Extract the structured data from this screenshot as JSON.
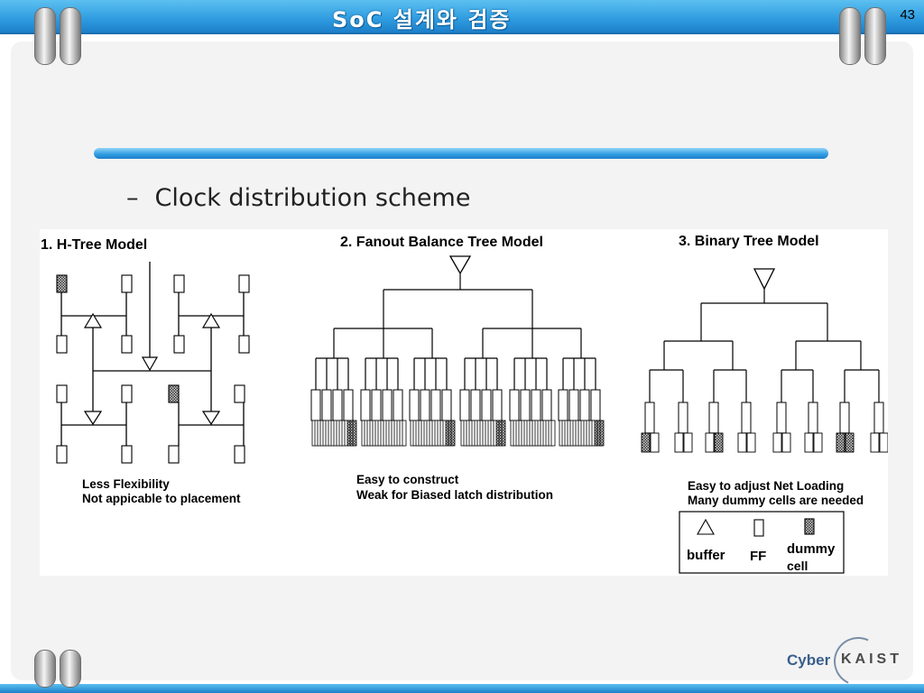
{
  "header": {
    "title": "SoC 설계와 검증",
    "page_number": "43"
  },
  "slide": {
    "bullet_dash": "–",
    "bullet_text": "Clock distribution scheme"
  },
  "models": [
    {
      "title": "1. H-Tree Model",
      "notes": [
        "Less Flexibility",
        "Not appicable to placement"
      ]
    },
    {
      "title": "2. Fanout Balance Tree Model",
      "notes": [
        "Easy to construct",
        "Weak for Biased latch distribution"
      ]
    },
    {
      "title": "3. Binary Tree Model",
      "notes": [
        "Easy to adjust Net Loading",
        "Many dummy cells are needed"
      ]
    }
  ],
  "legend": {
    "buffer": "buffer",
    "ff": "FF",
    "dummy_line1": "dummy",
    "dummy_line2": "cell"
  },
  "footer": {
    "logo_left": "Cyber",
    "logo_right": "KAIST"
  }
}
